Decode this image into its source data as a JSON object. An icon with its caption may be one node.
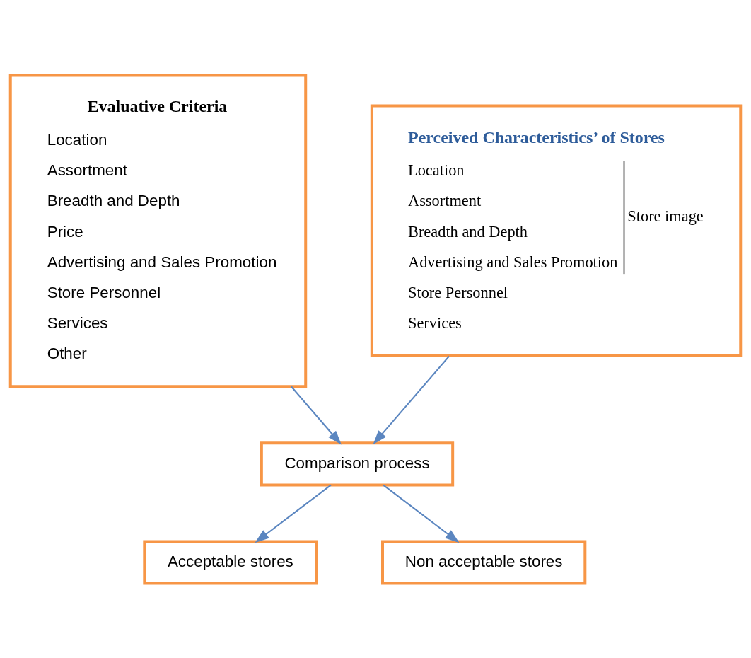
{
  "diagram": {
    "nodes": [
      {
        "text": [
          "Evaluative Criteria",
          "Location",
          "Assortment",
          "Breadth and Depth",
          "Price",
          "Advertising and Sales Promotion",
          "Store Personnel",
          "Services",
          "Other"
        ]
      },
      {
        "text": [
          "Perceived Characteristics’ of Stores",
          "Location",
          "Assortment",
          "Breadth and Depth",
          "Advertising and Sales Promotion",
          "Store Personnel",
          "Services",
          "Store image"
        ]
      },
      {
        "text": [
          "Comparison process"
        ]
      },
      {
        "text": [
          "Acceptable stores"
        ]
      },
      {
        "text": [
          "Non acceptable stores"
        ]
      }
    ],
    "edges": [
      {
        "from": 0,
        "to": 2,
        "arrow": "to"
      },
      {
        "from": 1,
        "to": 2,
        "arrow": "to"
      },
      {
        "from": 2,
        "to": 3,
        "arrow": "to"
      },
      {
        "from": 2,
        "to": 4,
        "arrow": "to"
      }
    ]
  }
}
